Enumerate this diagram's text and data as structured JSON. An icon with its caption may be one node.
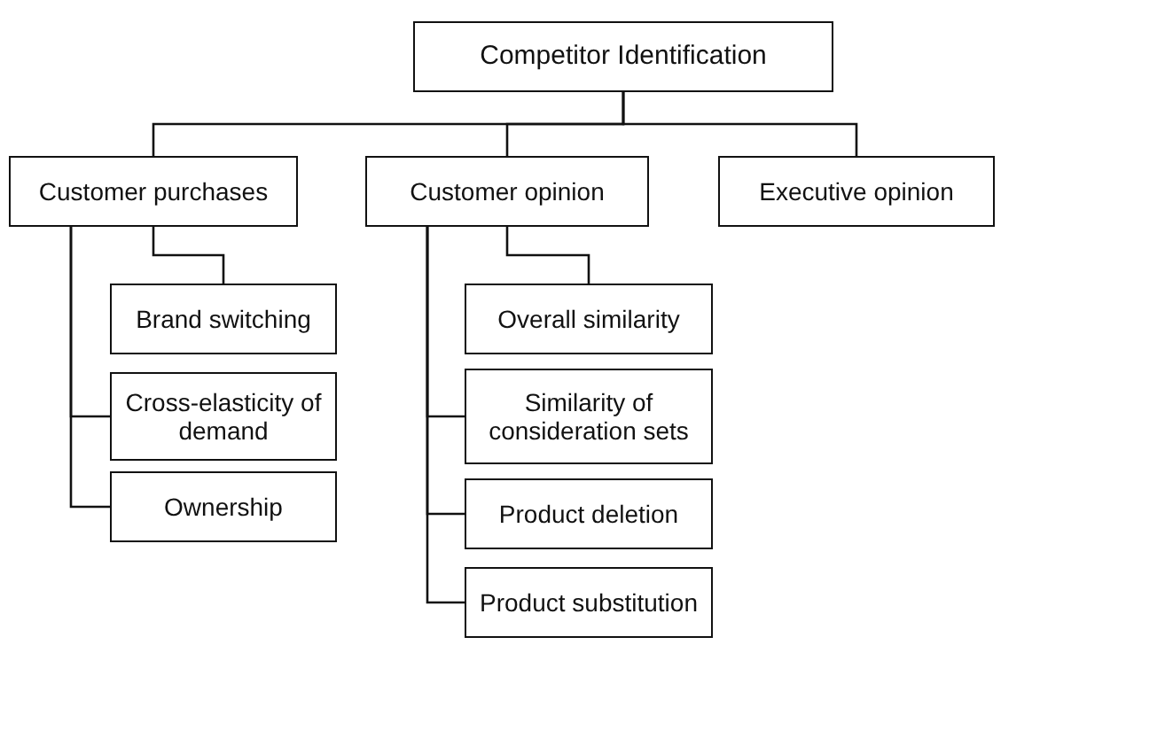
{
  "diagram": {
    "nodes": [
      {
        "text": [
          "Competitor Identification"
        ]
      },
      {
        "text": [
          "Customer purchases"
        ]
      },
      {
        "text": [
          "Customer opinion"
        ]
      },
      {
        "text": [
          "Executive opinion"
        ]
      },
      {
        "text": [
          "Brand switching"
        ]
      },
      {
        "text": [
          "Cross-elasticity of demand"
        ]
      },
      {
        "text": [
          "Ownership"
        ]
      },
      {
        "text": [
          "Overall similarity"
        ]
      },
      {
        "text": [
          "Similarity of consideration sets"
        ]
      },
      {
        "text": [
          "Product deletion"
        ]
      },
      {
        "text": [
          "Product substitution"
        ]
      }
    ],
    "edges": [
      {
        "from": 0,
        "to": 1,
        "arrow": "none"
      },
      {
        "from": 0,
        "to": 2,
        "arrow": "none"
      },
      {
        "from": 0,
        "to": 3,
        "arrow": "none"
      },
      {
        "from": 1,
        "to": 4,
        "arrow": "none"
      },
      {
        "from": 1,
        "to": 5,
        "arrow": "none"
      },
      {
        "from": 1,
        "to": 6,
        "arrow": "none"
      },
      {
        "from": 2,
        "to": 7,
        "arrow": "none"
      },
      {
        "from": 2,
        "to": 8,
        "arrow": "none"
      },
      {
        "from": 2,
        "to": 9,
        "arrow": "none"
      },
      {
        "from": 2,
        "to": 10,
        "arrow": "none"
      }
    ]
  }
}
